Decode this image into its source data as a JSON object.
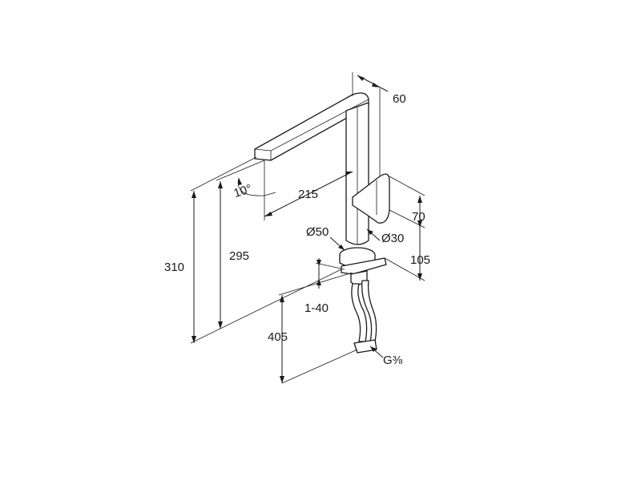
{
  "dimensions": {
    "depth_top": "60",
    "spout_length": "215",
    "spout_angle": "10°",
    "handle_height": "70",
    "body_diameter": "Ø50",
    "lever_diameter": "Ø30",
    "base_to_handle": "105",
    "total_height": "310",
    "spout_height": "295",
    "counter_thickness": "1-40",
    "hose_length": "405",
    "connection_thread": "G⅜"
  }
}
